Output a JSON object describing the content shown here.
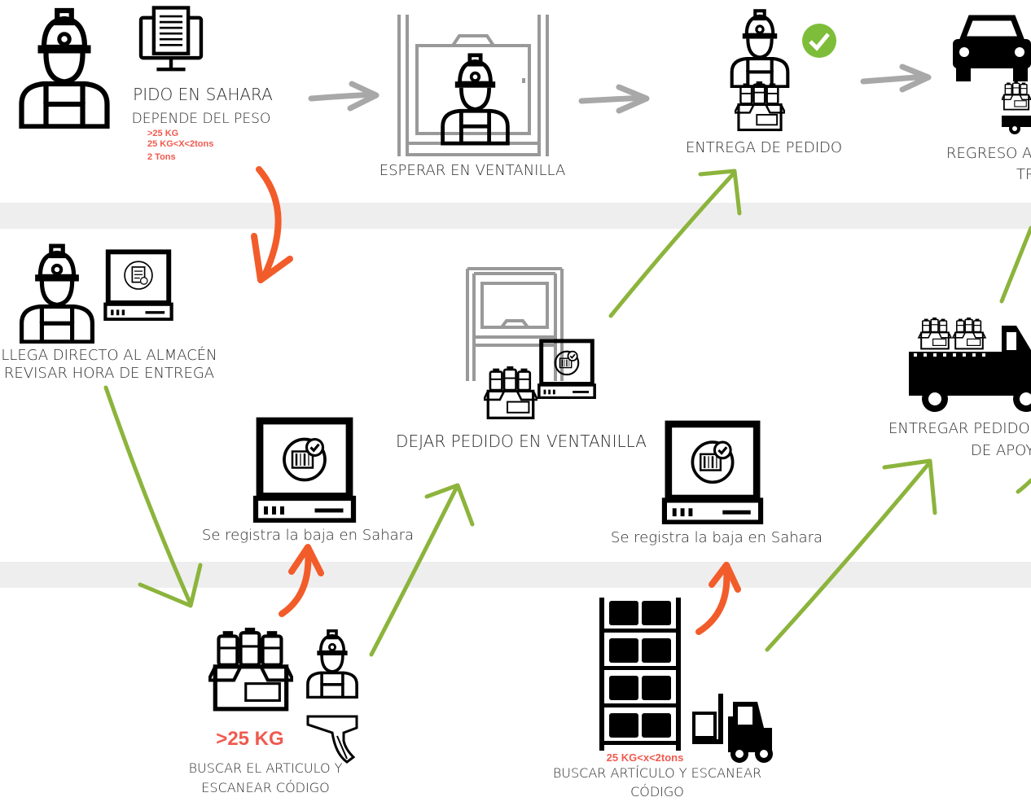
{
  "colors": {
    "band": "#eeeeee",
    "green_arrow": "#8cb43c",
    "orange_arrow": "#f25c2a",
    "gray_arrow": "#a8a8a8",
    "red_text": "#f05a4f",
    "check": "#7dbd3a"
  },
  "steps": {
    "pido": {
      "title": "PIDO EN SAHARA",
      "sub": "DEPENDE DEL PESO",
      "weights": [
        ">25 KG",
        "25 KG<X<2tons",
        "2 Tons"
      ]
    },
    "esperar": {
      "label": "ESPERAR EN VENTANILLA"
    },
    "entrega": {
      "label": "ENTREGA DE PEDIDO"
    },
    "regreso": {
      "line1": "REGRESO A",
      "line2": "TR"
    },
    "llega": {
      "line1": "LLEGA  DIRECTO AL ALMACÉN",
      "line2": "REVISAR HORA DE ENTREGA"
    },
    "dejar": {
      "label": "DEJAR PEDIDO EN VENTANILLA"
    },
    "entregar_apoyo": {
      "line1": "ENTREGAR PEDIDO",
      "line2": "DE APOY"
    },
    "registra1": {
      "label": "Se registra la baja en Sahara"
    },
    "registra2": {
      "label": "Se registra la baja en Sahara"
    },
    "buscar1": {
      "weight": ">25 KG",
      "line1": "BUSCAR EL ARTICULO Y",
      "line2": "ESCANEAR CÓDIGO"
    },
    "buscar2": {
      "weight": "25 KG<x<2tons",
      "line1": "BUSCAR ARTÍCULO Y ESCANEAR",
      "line2": "CÓDIGO"
    }
  }
}
